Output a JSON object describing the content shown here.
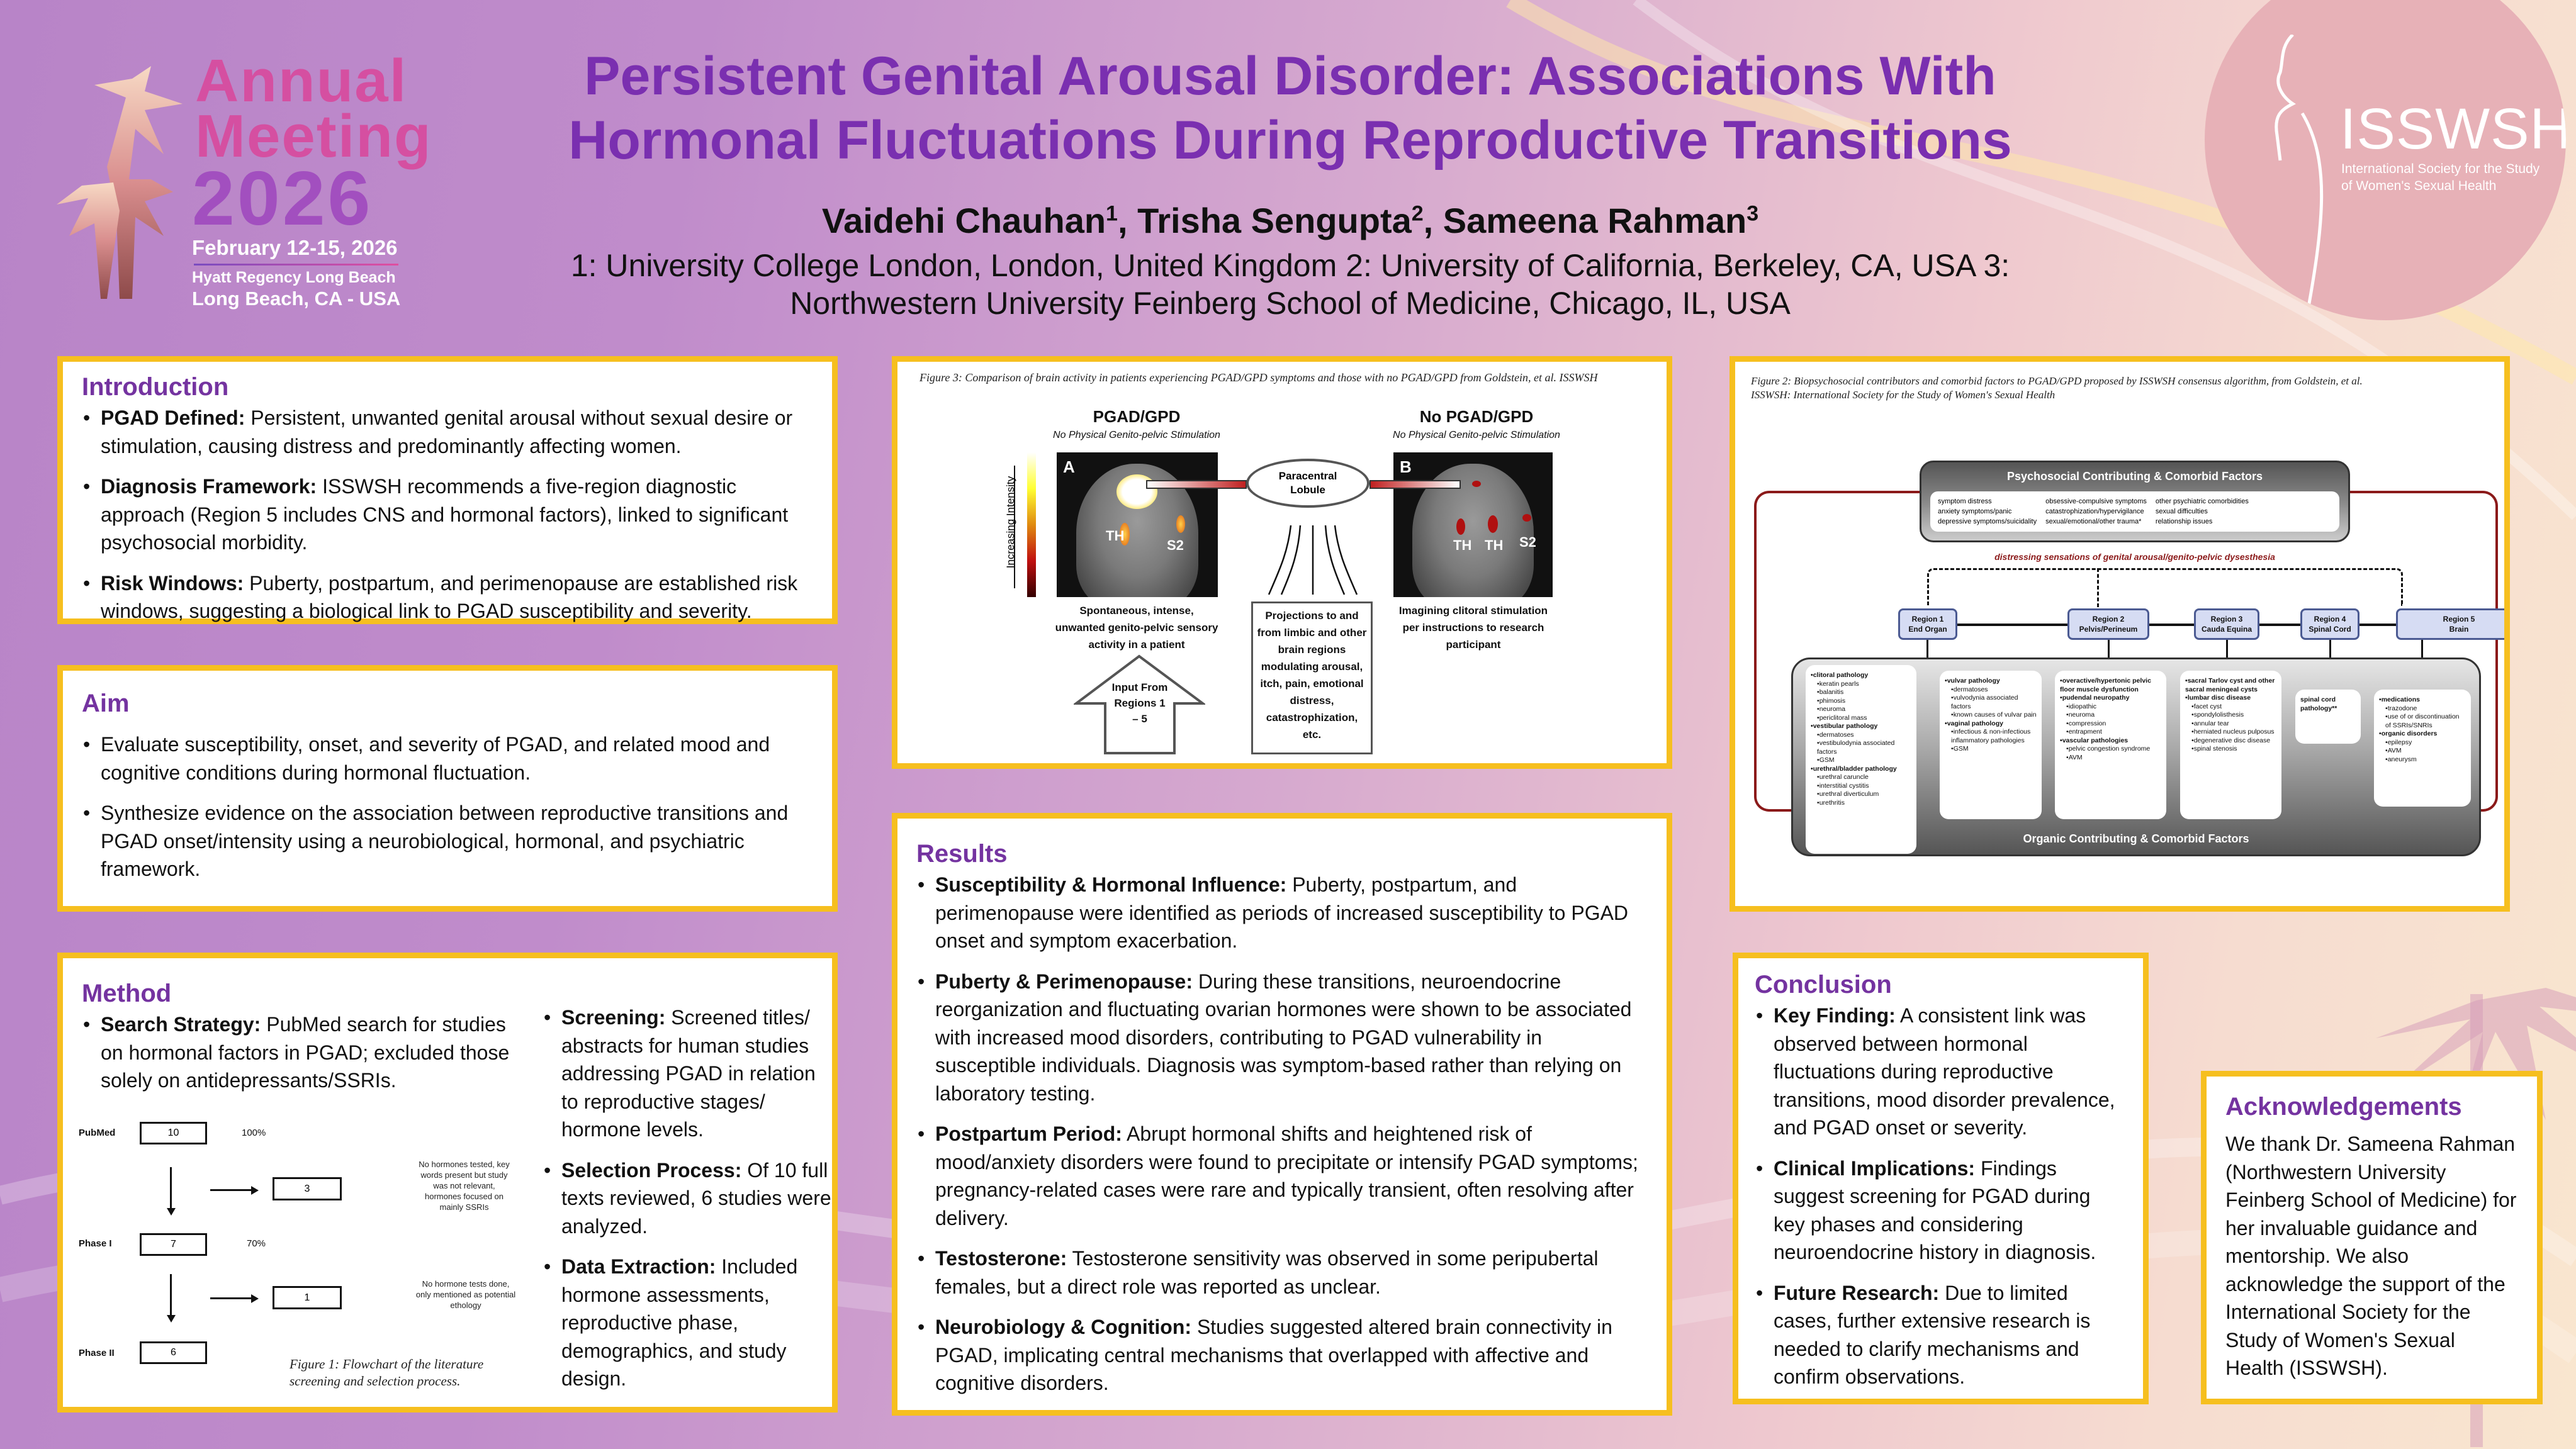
{
  "logo": {
    "line1": "Annual",
    "line2": "Meeting",
    "year": "2026",
    "dates": "February 12-15, 2026",
    "venue": "Hyatt Regency Long Beach",
    "city": "Long Beach, CA - USA"
  },
  "society_logo": {
    "name": "ISSWSH",
    "sub1": "International Society for the Study",
    "sub2": "of Women's Sexual Health"
  },
  "header": {
    "title_line1": "Persistent Genital Arousal Disorder: Associations With",
    "title_line2": "Hormonal Fluctuations During Reproductive Transitions",
    "authors": [
      {
        "name": "Vaidehi Chauhan",
        "sup": "1"
      },
      {
        "name": "Trisha Sengupta",
        "sup": "2"
      },
      {
        "name": "Sameena Rahman",
        "sup": "3"
      }
    ],
    "affiliations_line1": "1: University College London, London, United Kingdom 2: University of California, Berkeley, CA, USA 3:",
    "affiliations_line2": "Northwestern University Feinberg School of Medicine, Chicago, IL, USA"
  },
  "introduction": {
    "heading": "Introduction",
    "items": [
      {
        "lead": "PGAD Defined:",
        "text": " Persistent, unwanted genital arousal without sexual desire or stimulation, causing distress and predominantly affecting women."
      },
      {
        "lead": "Diagnosis Framework:",
        "text": " ISSWSH recommends a five-region diagnostic approach (Region 5 includes CNS and hormonal factors), linked to significant psychosocial morbidity."
      },
      {
        "lead": "Risk Windows:",
        "text": " Puberty, postpartum, and perimenopause are established risk windows, suggesting a biological link to PGAD susceptibility and severity."
      }
    ]
  },
  "aim": {
    "heading": "Aim",
    "items": [
      "Evaluate susceptibility, onset, and severity of PGAD, and related mood and cognitive conditions during hormonal fluctuation.",
      "Synthesize evidence on the association between reproductive transitions and PGAD onset/intensity using a neurobiological, hormonal, and psychiatric framework."
    ]
  },
  "method": {
    "heading": "Method",
    "left_items": [
      {
        "lead": "Search Strategy:",
        "text": " PubMed search for studies on hormonal factors in PGAD; excluded those solely on antidepressants/SSRIs."
      }
    ],
    "right_items": [
      {
        "lead": "Screening:",
        "text": " Screened titles/ abstracts for human studies addressing PGAD in relation to reproductive stages/ hormone levels."
      },
      {
        "lead": "Selection Process:",
        "text": " Of 10 full texts reviewed, 6 studies were analyzed."
      },
      {
        "lead": "Data Extraction:",
        "text": " Included hormone assessments, reproductive phase, demographics, and study design."
      }
    ],
    "flowchart": {
      "stages": [
        {
          "label": "PubMed",
          "count": "10",
          "percent": "100%"
        },
        {
          "label": "Phase I",
          "count": "7",
          "percent": "70%"
        },
        {
          "label": "Phase II",
          "count": "6"
        }
      ],
      "excluded": [
        {
          "count": "3",
          "reason": "No hormones tested, key words present but study was not relevant, hormones focused on mainly SSRIs"
        },
        {
          "count": "1",
          "reason": "No hormone tests done, only mentioned as potential ethology"
        }
      ],
      "caption": "Figure 1: Flowchart of the literature screening and selection process."
    }
  },
  "figure3": {
    "caption": "Figure 3: Comparison of brain activity in patients experiencing PGAD/GPD symptoms and those with no PGAD/GPD from Goldstein, et al. ISSWSH",
    "left_title": "PGAD/GPD",
    "right_title": "No PGAD/GPD",
    "subtitle": "No Physical Genito-pelvic Stimulation",
    "scale_label": "Increasing Intensity",
    "panel_a": "A",
    "panel_b": "B",
    "label_th": "TH",
    "label_s2": "S2",
    "center_node": "Paracentral Lobule",
    "left_desc": "Spontaneous, intense, unwanted genito-pelvic sensory activity in a patient",
    "center_desc": "Projections to and from limbic and other brain regions modulating arousal, itch, pain, emotional distress, catastrophization, etc.",
    "right_desc": "Imagining clitoral stimulation per instructions to research participant",
    "input_arrow": "Input From Regions 1 – 5"
  },
  "results": {
    "heading": "Results",
    "items": [
      {
        "lead": "Susceptibility & Hormonal Influence:",
        "text": " Puberty, postpartum, and perimenopause were identified as periods of increased susceptibility to PGAD onset and symptom exacerbation."
      },
      {
        "lead": "Puberty & Perimenopause:",
        "text": " During these transitions, neuroendocrine reorganization and fluctuating ovarian hormones were shown to be associated with increased mood disorders, contributing to PGAD vulnerability in susceptible individuals. Diagnosis was symptom-based rather than relying on laboratory testing."
      },
      {
        "lead": "Postpartum Period:",
        "text": " Abrupt hormonal shifts and heightened risk of mood/anxiety disorders were found to precipitate or intensify PGAD symptoms; pregnancy-related cases were rare and typically transient, often resolving after delivery."
      },
      {
        "lead": "Testosterone:",
        "text": " Testosterone sensitivity was observed in some peripubertal females, but a direct role was reported as unclear."
      },
      {
        "lead": "Neurobiology & Cognition:",
        "text": " Studies suggested altered brain connectivity in PGAD, implicating central mechanisms that overlapped with affective and cognitive disorders."
      }
    ]
  },
  "figure2": {
    "caption_line1": "Figure 2: Biopsychosocial contributors and comorbid factors to PGAD/GPD proposed by ISSWSH consensus algorithm, from Goldstein, et al.",
    "caption_line2": "ISSWSH: International Society for the Study of Women's Sexual Health",
    "psychosocial_title": "Psychosocial Contributing & Comorbid Factors",
    "psychosocial_cols": [
      [
        "symptom distress",
        "anxiety symptoms/panic",
        "depressive symptoms/suicidality"
      ],
      [
        "obsessive-compulsive symptoms",
        "catastrophization/hypervigilance",
        "sexual/emotional/other trauma*"
      ],
      [
        "other psychiatric comorbidities",
        "sexual difficulties",
        "relationship issues"
      ]
    ],
    "dysesthesia_label": "distressing sensations of genital arousal/genito-pelvic dysesthesia",
    "regions": [
      {
        "name": "Region 1",
        "desc": "End Organ"
      },
      {
        "name": "Region 2",
        "desc": "Pelvis/Perineum"
      },
      {
        "name": "Region 3",
        "desc": "Cauda Equina"
      },
      {
        "name": "Region 4",
        "desc": "Spinal Cord"
      },
      {
        "name": "Region 5",
        "desc": "Brain"
      }
    ],
    "organic_title": "Organic Contributing & Comorbid Factors",
    "organic_cols": [
      [
        {
          "t": "clitoral pathology",
          "m": 1
        },
        {
          "t": "keratin pearls"
        },
        {
          "t": "balanitis"
        },
        {
          "t": "phimosis"
        },
        {
          "t": "neuroma"
        },
        {
          "t": "periclitoral mass"
        },
        {
          "t": "vestibular pathology",
          "m": 1
        },
        {
          "t": "dermatoses"
        },
        {
          "t": "vestibulodynia associated factors"
        },
        {
          "t": "GSM"
        },
        {
          "t": "urethral/bladder pathology",
          "m": 1
        },
        {
          "t": "urethral caruncle"
        },
        {
          "t": "interstitial cystitis"
        },
        {
          "t": "urethral diverticulum"
        },
        {
          "t": "urethritis"
        }
      ],
      [
        {
          "t": "vulvar pathology",
          "m": 1
        },
        {
          "t": "dermatoses"
        },
        {
          "t": "vulvodynia associated factors"
        },
        {
          "t": "known causes of vulvar pain"
        },
        {
          "t": "vaginal pathology",
          "m": 1
        },
        {
          "t": "infectious & non-infectious inflammatory pathologies"
        },
        {
          "t": "GSM"
        }
      ],
      [
        {
          "t": "overactive/hypertonic pelvic floor muscle dysfunction",
          "m": 1
        },
        {
          "t": "pudendal neuropathy",
          "m": 1
        },
        {
          "t": "idiopathic"
        },
        {
          "t": "neuroma"
        },
        {
          "t": "compression"
        },
        {
          "t": "entrapment"
        },
        {
          "t": "vascular pathologies",
          "m": 1
        },
        {
          "t": "pelvic congestion syndrome"
        },
        {
          "t": "AVM"
        }
      ],
      [
        {
          "t": "sacral Tarlov cyst and other sacral meningeal cysts",
          "m": 1
        },
        {
          "t": "lumbar disc disease",
          "m": 1
        },
        {
          "t": "facet cyst"
        },
        {
          "t": "spondylolisthesis"
        },
        {
          "t": "annular tear"
        },
        {
          "t": "herniated nucleus pulposus"
        },
        {
          "t": "degenerative disc disease"
        },
        {
          "t": "spinal stenosis"
        }
      ],
      [
        {
          "t": "spinal cord pathology**",
          "m": 2
        }
      ],
      [
        {
          "t": "medications",
          "m": 1
        },
        {
          "t": "trazodone"
        },
        {
          "t": "use of or discontinuation of SSRIs/SNRIs"
        },
        {
          "t": "organic disorders",
          "m": 1
        },
        {
          "t": "epilepsy"
        },
        {
          "t": "AVM"
        },
        {
          "t": "aneurysm"
        }
      ]
    ]
  },
  "conclusion": {
    "heading": "Conclusion",
    "items": [
      {
        "lead": "Key Finding:",
        "text": " A consistent link was observed between hormonal fluctuations during reproductive transitions, mood disorder prevalence, and PGAD onset or severity."
      },
      {
        "lead": "Clinical Implications:",
        "text": " Findings suggest screening for PGAD during key phases and considering neuroendocrine history in diagnosis."
      },
      {
        "lead": "Future Research:",
        "text": " Due to limited cases, further extensive research is needed to clarify mechanisms and confirm observations."
      }
    ]
  },
  "acknowledgements": {
    "heading": "Acknowledgements",
    "text": "We thank Dr. Sameena Rahman (Northwestern University Feinberg School of Medicine) for her invaluable guidance and mentorship. We also acknowledge the support of the International Society for the Study of Women's Sexual Health (ISSWSH)."
  },
  "colors": {
    "accent": "#7433a0",
    "panel_border": "#f6bf1f",
    "title": "#7a2fb0",
    "dark_red": "#8b1a1a"
  }
}
